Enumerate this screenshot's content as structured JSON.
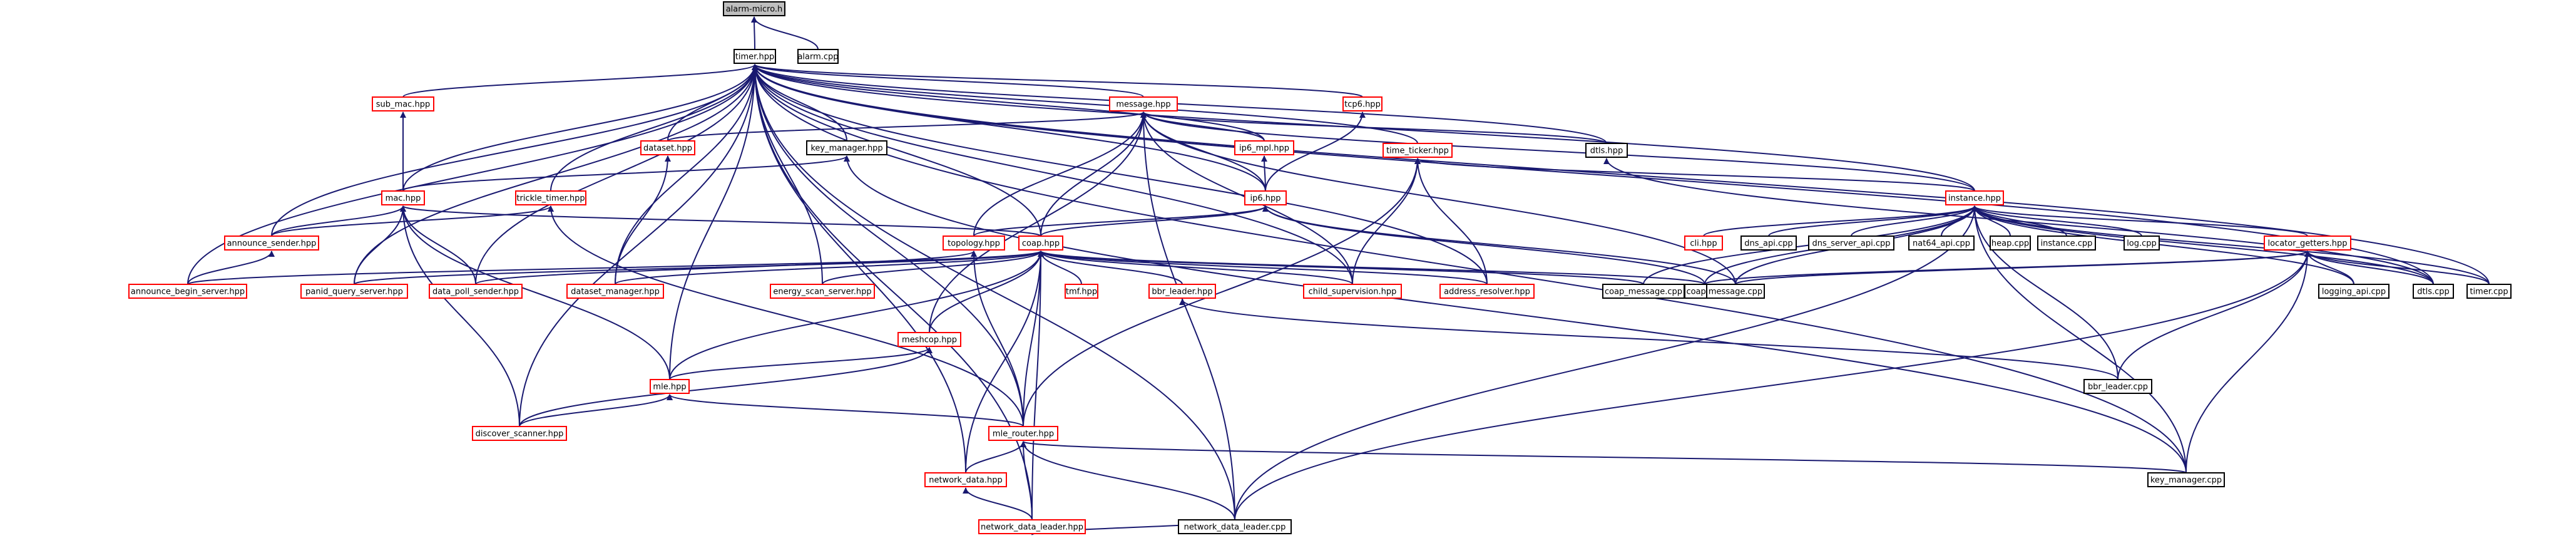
{
  "colors": {
    "edge": "#191970",
    "default_border": "#000000",
    "red_border": "#ff0000",
    "root_fill": "#bfbfbf",
    "fill": "#ffffff",
    "text": "#000000"
  },
  "nodes": [
    {
      "id": "alarm_micro_h",
      "label": "alarm-micro.h",
      "style": "root"
    },
    {
      "id": "timer_hpp",
      "label": "timer.hpp",
      "style": "black"
    },
    {
      "id": "alarm_cpp",
      "label": "alarm.cpp",
      "style": "black"
    },
    {
      "id": "sub_mac_hpp",
      "label": "sub_mac.hpp",
      "style": "red"
    },
    {
      "id": "message_hpp",
      "label": "message.hpp",
      "style": "red"
    },
    {
      "id": "tcp6_hpp",
      "label": "tcp6.hpp",
      "style": "red"
    },
    {
      "id": "dataset_hpp",
      "label": "dataset.hpp",
      "style": "red"
    },
    {
      "id": "key_manager_hpp",
      "label": "key_manager.hpp",
      "style": "black"
    },
    {
      "id": "ip6_mpl_hpp",
      "label": "ip6_mpl.hpp",
      "style": "red"
    },
    {
      "id": "time_ticker_hpp",
      "label": "time_ticker.hpp",
      "style": "red"
    },
    {
      "id": "dtls_hpp",
      "label": "dtls.hpp",
      "style": "black"
    },
    {
      "id": "mac_hpp",
      "label": "mac.hpp",
      "style": "red"
    },
    {
      "id": "trickle_timer_hpp",
      "label": "trickle_timer.hpp",
      "style": "red"
    },
    {
      "id": "ip6_hpp",
      "label": "ip6.hpp",
      "style": "red"
    },
    {
      "id": "instance_hpp",
      "label": "instance.hpp",
      "style": "red"
    },
    {
      "id": "announce_sender_hpp",
      "label": "announce_sender.hpp",
      "style": "red"
    },
    {
      "id": "topology_hpp",
      "label": "topology.hpp",
      "style": "red"
    },
    {
      "id": "coap_hpp",
      "label": "coap.hpp",
      "style": "red"
    },
    {
      "id": "cli_hpp",
      "label": "cli.hpp",
      "style": "red"
    },
    {
      "id": "dns_api_cpp",
      "label": "dns_api.cpp",
      "style": "black"
    },
    {
      "id": "dns_server_api_cpp",
      "label": "dns_server_api.cpp",
      "style": "black"
    },
    {
      "id": "nat64_api_cpp",
      "label": "nat64_api.cpp",
      "style": "black"
    },
    {
      "id": "heap_cpp",
      "label": "heap.cpp",
      "style": "black"
    },
    {
      "id": "instance_cpp",
      "label": "instance.cpp",
      "style": "black"
    },
    {
      "id": "log_cpp",
      "label": "log.cpp",
      "style": "black"
    },
    {
      "id": "locator_getters_hpp",
      "label": "locator_getters.hpp",
      "style": "red"
    },
    {
      "id": "announce_begin_server_hpp",
      "label": "announce_begin_server.hpp",
      "style": "red"
    },
    {
      "id": "panid_query_server_hpp",
      "label": "panid_query_server.hpp",
      "style": "red"
    },
    {
      "id": "data_poll_sender_hpp",
      "label": "data_poll_sender.hpp",
      "style": "red"
    },
    {
      "id": "dataset_manager_hpp",
      "label": "dataset_manager.hpp",
      "style": "red"
    },
    {
      "id": "energy_scan_server_hpp",
      "label": "energy_scan_server.hpp",
      "style": "red"
    },
    {
      "id": "tmf_hpp",
      "label": "tmf.hpp",
      "style": "red"
    },
    {
      "id": "bbr_leader_hpp",
      "label": "bbr_leader.hpp",
      "style": "red"
    },
    {
      "id": "child_supervision_hpp",
      "label": "child_supervision.hpp",
      "style": "red"
    },
    {
      "id": "address_resolver_hpp",
      "label": "address_resolver.hpp",
      "style": "red"
    },
    {
      "id": "coap_message_cpp",
      "label": "coap_message.cpp",
      "style": "black"
    },
    {
      "id": "coap_cpp",
      "label": "coap.cpp",
      "style": "black"
    },
    {
      "id": "message_cpp",
      "label": "message.cpp",
      "style": "black"
    },
    {
      "id": "logging_api_cpp",
      "label": "logging_api.cpp",
      "style": "black"
    },
    {
      "id": "dtls_cpp",
      "label": "dtls.cpp",
      "style": "black"
    },
    {
      "id": "timer_cpp",
      "label": "timer.cpp",
      "style": "black"
    },
    {
      "id": "meshcop_hpp",
      "label": "meshcop.hpp",
      "style": "red"
    },
    {
      "id": "mle_hpp",
      "label": "mle.hpp",
      "style": "red"
    },
    {
      "id": "bbr_leader_cpp",
      "label": "bbr_leader.cpp",
      "style": "black"
    },
    {
      "id": "discover_scanner_hpp",
      "label": "discover_scanner.hpp",
      "style": "red"
    },
    {
      "id": "mle_router_hpp",
      "label": "mle_router.hpp",
      "style": "red"
    },
    {
      "id": "network_data_hpp",
      "label": "network_data.hpp",
      "style": "red"
    },
    {
      "id": "key_manager_cpp",
      "label": "key_manager.cpp",
      "style": "black"
    },
    {
      "id": "network_data_leader_hpp",
      "label": "network_data_leader.hpp",
      "style": "red"
    },
    {
      "id": "network_data_leader_cpp",
      "label": "network_data_leader.cpp",
      "style": "black"
    }
  ],
  "edges": [
    [
      "alarm_micro_h",
      "timer_hpp"
    ],
    [
      "alarm_micro_h",
      "alarm_cpp"
    ],
    [
      "timer_hpp",
      "sub_mac_hpp"
    ],
    [
      "timer_hpp",
      "message_hpp"
    ],
    [
      "timer_hpp",
      "tcp6_hpp"
    ],
    [
      "timer_hpp",
      "dataset_hpp"
    ],
    [
      "timer_hpp",
      "key_manager_hpp"
    ],
    [
      "timer_hpp",
      "ip6_mpl_hpp"
    ],
    [
      "timer_hpp",
      "time_ticker_hpp"
    ],
    [
      "timer_hpp",
      "dtls_hpp"
    ],
    [
      "timer_hpp",
      "mac_hpp"
    ],
    [
      "timer_hpp",
      "trickle_timer_hpp"
    ],
    [
      "timer_hpp",
      "ip6_hpp"
    ],
    [
      "timer_hpp",
      "instance_hpp"
    ],
    [
      "timer_hpp",
      "announce_sender_hpp"
    ],
    [
      "timer_hpp",
      "coap_hpp"
    ],
    [
      "timer_hpp",
      "announce_begin_server_hpp"
    ],
    [
      "timer_hpp",
      "panid_query_server_hpp"
    ],
    [
      "timer_hpp",
      "data_poll_sender_hpp"
    ],
    [
      "timer_hpp",
      "dataset_manager_hpp"
    ],
    [
      "timer_hpp",
      "energy_scan_server_hpp"
    ],
    [
      "timer_hpp",
      "child_supervision_hpp"
    ],
    [
      "timer_hpp",
      "address_resolver_hpp"
    ],
    [
      "timer_hpp",
      "mle_hpp"
    ],
    [
      "timer_hpp",
      "discover_scanner_hpp"
    ],
    [
      "timer_hpp",
      "mle_router_hpp"
    ],
    [
      "timer_hpp",
      "network_data_hpp"
    ],
    [
      "timer_hpp",
      "network_data_leader_hpp"
    ],
    [
      "timer_hpp",
      "network_data_leader_cpp"
    ],
    [
      "timer_hpp",
      "key_manager_cpp"
    ],
    [
      "timer_hpp",
      "timer_cpp"
    ],
    [
      "timer_hpp",
      "dtls_cpp"
    ],
    [
      "sub_mac_hpp",
      "mac_hpp"
    ],
    [
      "message_hpp",
      "dataset_hpp"
    ],
    [
      "message_hpp",
      "ip6_mpl_hpp"
    ],
    [
      "message_hpp",
      "ip6_hpp"
    ],
    [
      "message_hpp",
      "dtls_hpp"
    ],
    [
      "message_hpp",
      "instance_hpp"
    ],
    [
      "message_hpp",
      "topology_hpp"
    ],
    [
      "message_hpp",
      "coap_hpp"
    ],
    [
      "message_hpp",
      "meshcop_hpp"
    ],
    [
      "message_hpp",
      "child_supervision_hpp"
    ],
    [
      "message_hpp",
      "message_cpp"
    ],
    [
      "message_hpp",
      "network_data_leader_cpp"
    ],
    [
      "tcp6_hpp",
      "ip6_hpp"
    ],
    [
      "dataset_hpp",
      "dataset_manager_hpp"
    ],
    [
      "key_manager_hpp",
      "mac_hpp"
    ],
    [
      "key_manager_hpp",
      "key_manager_cpp"
    ],
    [
      "ip6_mpl_hpp",
      "ip6_hpp"
    ],
    [
      "time_ticker_hpp",
      "instance_hpp"
    ],
    [
      "time_ticker_hpp",
      "child_supervision_hpp"
    ],
    [
      "time_ticker_hpp",
      "address_resolver_hpp"
    ],
    [
      "time_ticker_hpp",
      "mle_router_hpp"
    ],
    [
      "dtls_hpp",
      "dtls_cpp"
    ],
    [
      "mac_hpp",
      "announce_sender_hpp"
    ],
    [
      "mac_hpp",
      "panid_query_server_hpp"
    ],
    [
      "mac_hpp",
      "data_poll_sender_hpp"
    ],
    [
      "mac_hpp",
      "mle_hpp"
    ],
    [
      "mac_hpp",
      "discover_scanner_hpp"
    ],
    [
      "mac_hpp",
      "coap_hpp"
    ],
    [
      "trickle_timer_hpp",
      "announce_sender_hpp"
    ],
    [
      "trickle_timer_hpp",
      "mle_router_hpp"
    ],
    [
      "ip6_hpp",
      "topology_hpp"
    ],
    [
      "ip6_hpp",
      "coap_hpp"
    ],
    [
      "ip6_hpp",
      "coap_cpp"
    ],
    [
      "ip6_hpp",
      "message_cpp"
    ],
    [
      "instance_hpp",
      "cli_hpp"
    ],
    [
      "instance_hpp",
      "dns_api_cpp"
    ],
    [
      "instance_hpp",
      "dns_server_api_cpp"
    ],
    [
      "instance_hpp",
      "nat64_api_cpp"
    ],
    [
      "instance_hpp",
      "heap_cpp"
    ],
    [
      "instance_hpp",
      "instance_cpp"
    ],
    [
      "instance_hpp",
      "log_cpp"
    ],
    [
      "instance_hpp",
      "locator_getters_hpp"
    ],
    [
      "instance_hpp",
      "coap_message_cpp"
    ],
    [
      "instance_hpp",
      "coap_cpp"
    ],
    [
      "instance_hpp",
      "message_cpp"
    ],
    [
      "instance_hpp",
      "logging_api_cpp"
    ],
    [
      "instance_hpp",
      "dtls_cpp"
    ],
    [
      "instance_hpp",
      "timer_cpp"
    ],
    [
      "instance_hpp",
      "bbr_leader_cpp"
    ],
    [
      "instance_hpp",
      "key_manager_cpp"
    ],
    [
      "instance_hpp",
      "network_data_leader_cpp"
    ],
    [
      "announce_sender_hpp",
      "announce_begin_server_hpp"
    ],
    [
      "topology_hpp",
      "data_poll_sender_hpp"
    ],
    [
      "topology_hpp",
      "mle_router_hpp"
    ],
    [
      "coap_hpp",
      "announce_begin_server_hpp"
    ],
    [
      "coap_hpp",
      "panid_query_server_hpp"
    ],
    [
      "coap_hpp",
      "dataset_manager_hpp"
    ],
    [
      "coap_hpp",
      "energy_scan_server_hpp"
    ],
    [
      "coap_hpp",
      "meshcop_hpp"
    ],
    [
      "coap_hpp",
      "tmf_hpp"
    ],
    [
      "coap_hpp",
      "bbr_leader_hpp"
    ],
    [
      "coap_hpp",
      "child_supervision_hpp"
    ],
    [
      "coap_hpp",
      "address_resolver_hpp"
    ],
    [
      "coap_hpp",
      "coap_message_cpp"
    ],
    [
      "coap_hpp",
      "coap_cpp"
    ],
    [
      "coap_hpp",
      "mle_hpp"
    ],
    [
      "coap_hpp",
      "mle_router_hpp"
    ],
    [
      "coap_hpp",
      "network_data_hpp"
    ],
    [
      "coap_hpp",
      "network_data_leader_hpp"
    ],
    [
      "locator_getters_hpp",
      "coap_cpp"
    ],
    [
      "locator_getters_hpp",
      "message_cpp"
    ],
    [
      "locator_getters_hpp",
      "logging_api_cpp"
    ],
    [
      "locator_getters_hpp",
      "dtls_cpp"
    ],
    [
      "locator_getters_hpp",
      "timer_cpp"
    ],
    [
      "locator_getters_hpp",
      "bbr_leader_cpp"
    ],
    [
      "locator_getters_hpp",
      "key_manager_cpp"
    ],
    [
      "locator_getters_hpp",
      "network_data_leader_cpp"
    ],
    [
      "bbr_leader_hpp",
      "bbr_leader_cpp"
    ],
    [
      "meshcop_hpp",
      "mle_hpp"
    ],
    [
      "meshcop_hpp",
      "discover_scanner_hpp"
    ],
    [
      "mle_hpp",
      "discover_scanner_hpp"
    ],
    [
      "mle_hpp",
      "mle_router_hpp"
    ],
    [
      "mle_router_hpp",
      "network_data_hpp"
    ],
    [
      "mle_router_hpp",
      "key_manager_cpp"
    ],
    [
      "mle_router_hpp",
      "network_data_leader_hpp"
    ],
    [
      "mle_router_hpp",
      "network_data_leader_cpp"
    ],
    [
      "network_data_hpp",
      "network_data_leader_hpp"
    ],
    [
      "network_data_leader_hpp",
      "network_data_leader_cpp"
    ]
  ]
}
